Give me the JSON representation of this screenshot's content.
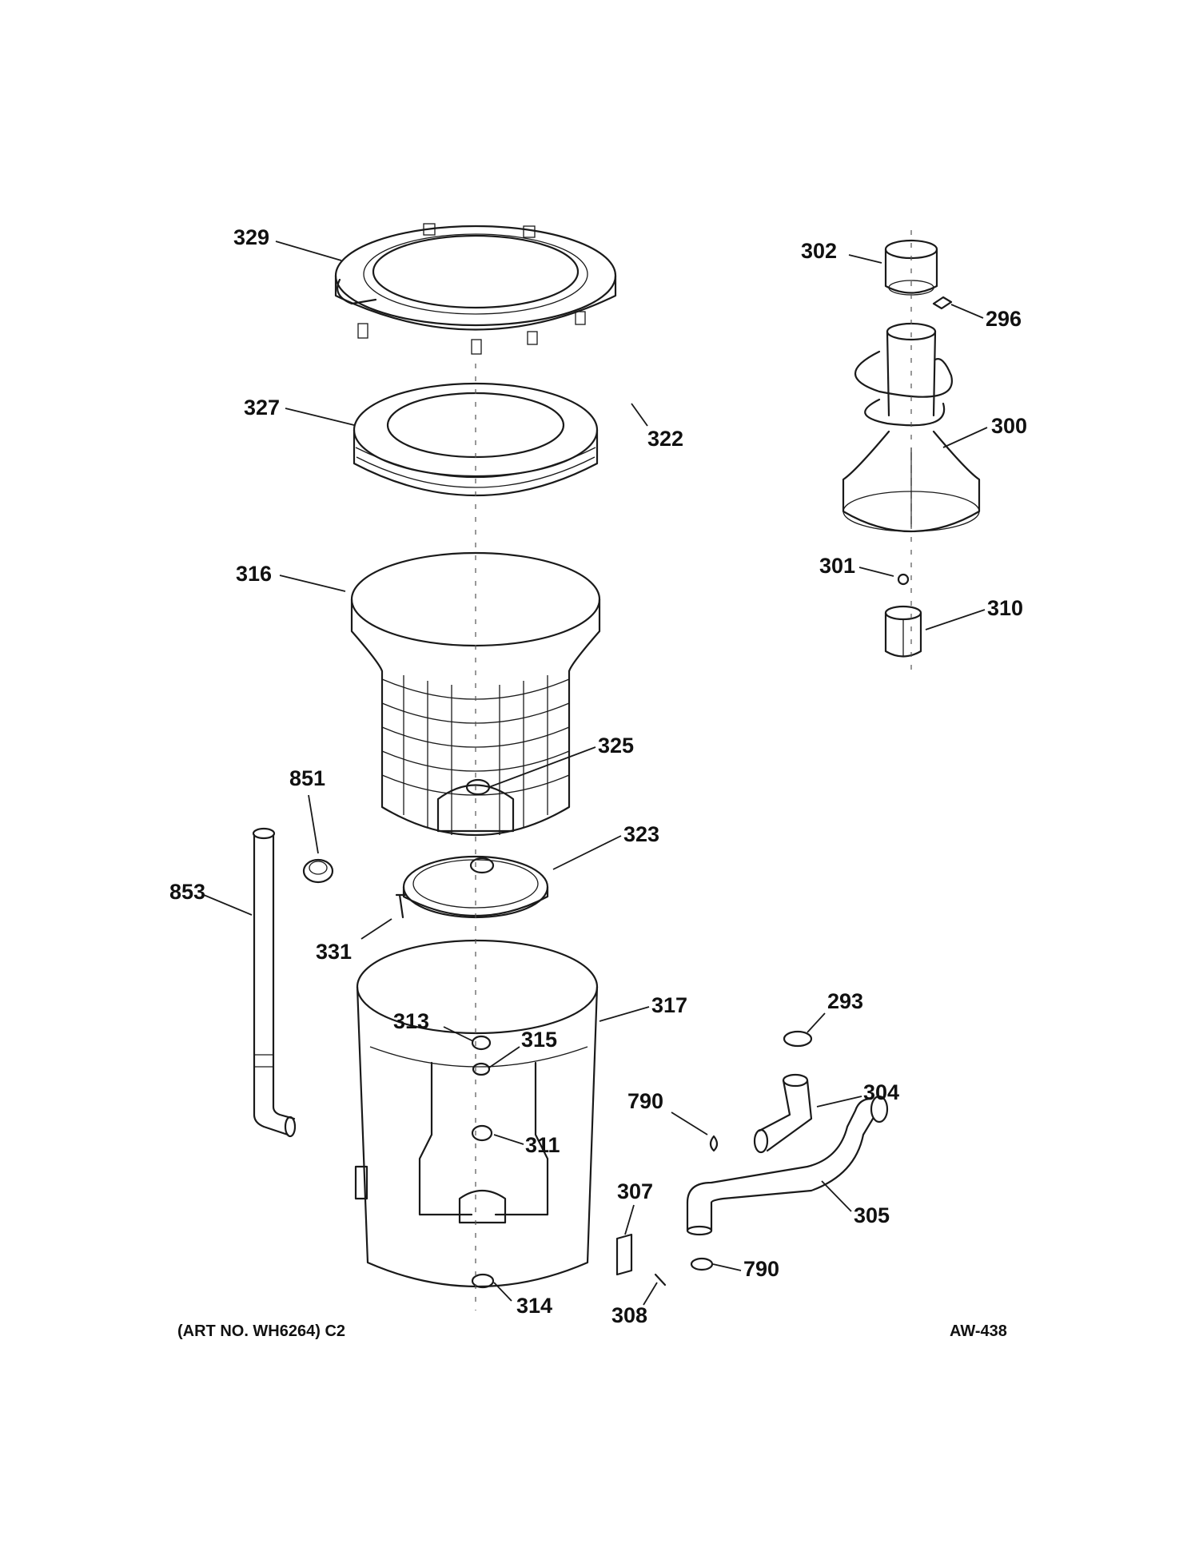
{
  "diagram": {
    "parts": [
      {
        "id": "329",
        "label": "329"
      },
      {
        "id": "302",
        "label": "302"
      },
      {
        "id": "296",
        "label": "296"
      },
      {
        "id": "327",
        "label": "327"
      },
      {
        "id": "322",
        "label": "322"
      },
      {
        "id": "300",
        "label": "300"
      },
      {
        "id": "316",
        "label": "316"
      },
      {
        "id": "301",
        "label": "301"
      },
      {
        "id": "310",
        "label": "310"
      },
      {
        "id": "325",
        "label": "325"
      },
      {
        "id": "851",
        "label": "851"
      },
      {
        "id": "323",
        "label": "323"
      },
      {
        "id": "853",
        "label": "853"
      },
      {
        "id": "331",
        "label": "331"
      },
      {
        "id": "317",
        "label": "317"
      },
      {
        "id": "293",
        "label": "293"
      },
      {
        "id": "313",
        "label": "313"
      },
      {
        "id": "315",
        "label": "315"
      },
      {
        "id": "304",
        "label": "304"
      },
      {
        "id": "790a",
        "label": "790"
      },
      {
        "id": "311",
        "label": "311"
      },
      {
        "id": "307",
        "label": "307"
      },
      {
        "id": "305",
        "label": "305"
      },
      {
        "id": "790b",
        "label": "790"
      },
      {
        "id": "314",
        "label": "314"
      },
      {
        "id": "308",
        "label": "308"
      }
    ],
    "art_number": "(ART NO. WH6264) C2",
    "drawing_code": "AW-438"
  }
}
